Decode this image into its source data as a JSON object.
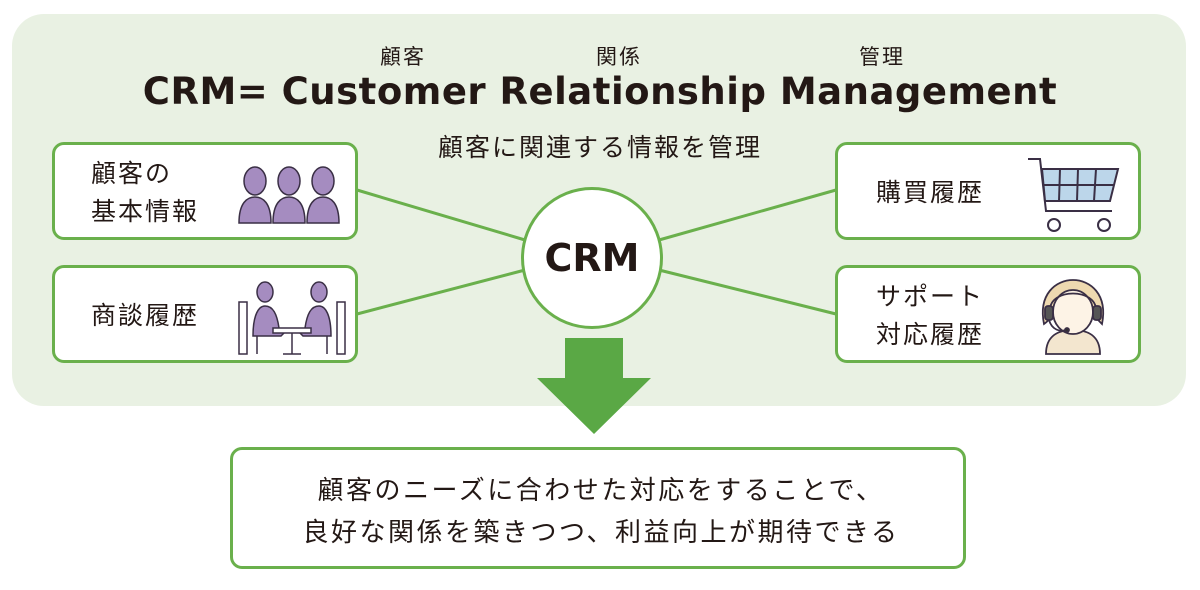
{
  "header": {
    "ruby_customer": "顧客",
    "ruby_relationship": "関係",
    "ruby_management": "管理",
    "title": "CRM= Customer Relationship Management",
    "subtitle": "顧客に関連する情報を管理"
  },
  "hub": {
    "label": "CRM"
  },
  "nodes": {
    "basic_info": {
      "label": "顧客の\n基本情報",
      "icon": "people-group-icon"
    },
    "negotiation": {
      "label": "商談履歴",
      "icon": "meeting-table-icon"
    },
    "purchase": {
      "label": "購買履歴",
      "icon": "shopping-cart-icon"
    },
    "support": {
      "label": "サポート\n対応履歴",
      "icon": "headset-operator-icon"
    }
  },
  "result": {
    "text": "顧客のニーズに合わせた対応をすることで、\n良好な関係を築きつつ、利益向上が期待できる"
  },
  "colors": {
    "panel": "#e9f1e3",
    "accent": "#6ab04c",
    "arrow": "#5aa845",
    "figure": "#a58cc0"
  }
}
